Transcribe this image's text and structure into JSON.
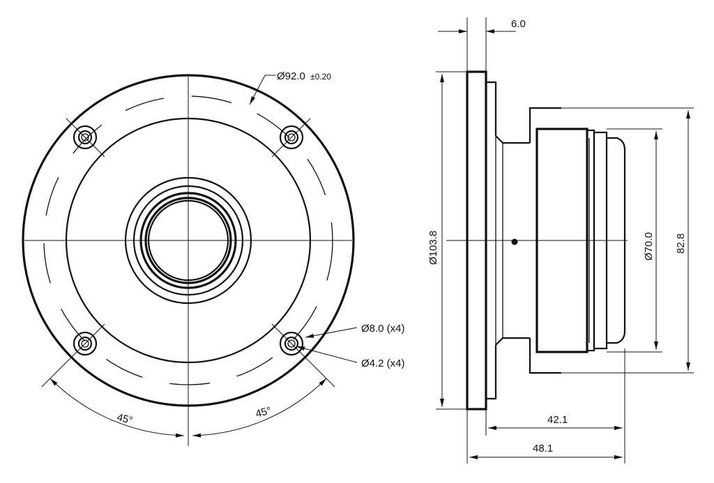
{
  "front_view": {
    "outer_diameter_label": "Ø92.0",
    "outer_diameter_tol": "±0.20",
    "hole_outer_label": "Ø8.0 (x4)",
    "hole_inner_label": "Ø4.2 (x4)",
    "angle_left": "45°",
    "angle_right": "45°"
  },
  "side_view": {
    "flange_thickness": "6.0",
    "flange_diameter": "Ø103.8",
    "body_diameter": "Ø70.0",
    "body_height": "82.8",
    "depth_inner": "42.1",
    "depth_overall": "48.1"
  }
}
